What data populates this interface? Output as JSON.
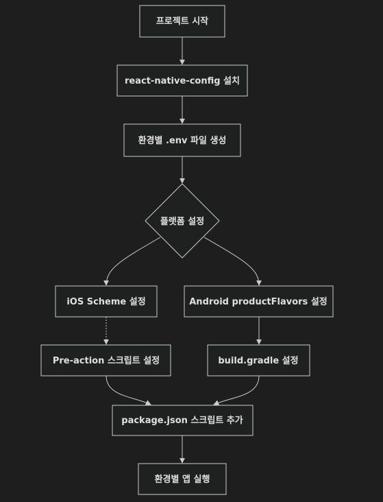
{
  "diagram": {
    "nodes": {
      "start": "프로젝트 시작",
      "install": "react-native-config 설치",
      "env_files": "환경별 .env 파일 생성",
      "platform": "플랫폼 설정",
      "ios_scheme": "iOS Scheme 설정",
      "android_flavors": "Android productFlavors 설정",
      "pre_action": "Pre-action 스크립트 설정",
      "gradle": "build.gradle 설정",
      "package_json": "package.json 스크립트 추가",
      "run": "환경별 앱 실행"
    },
    "colors": {
      "background": "#1e1e1e",
      "node_fill": "#1f2020",
      "stroke": "#cccccc",
      "text": "#e0dfdf"
    }
  }
}
